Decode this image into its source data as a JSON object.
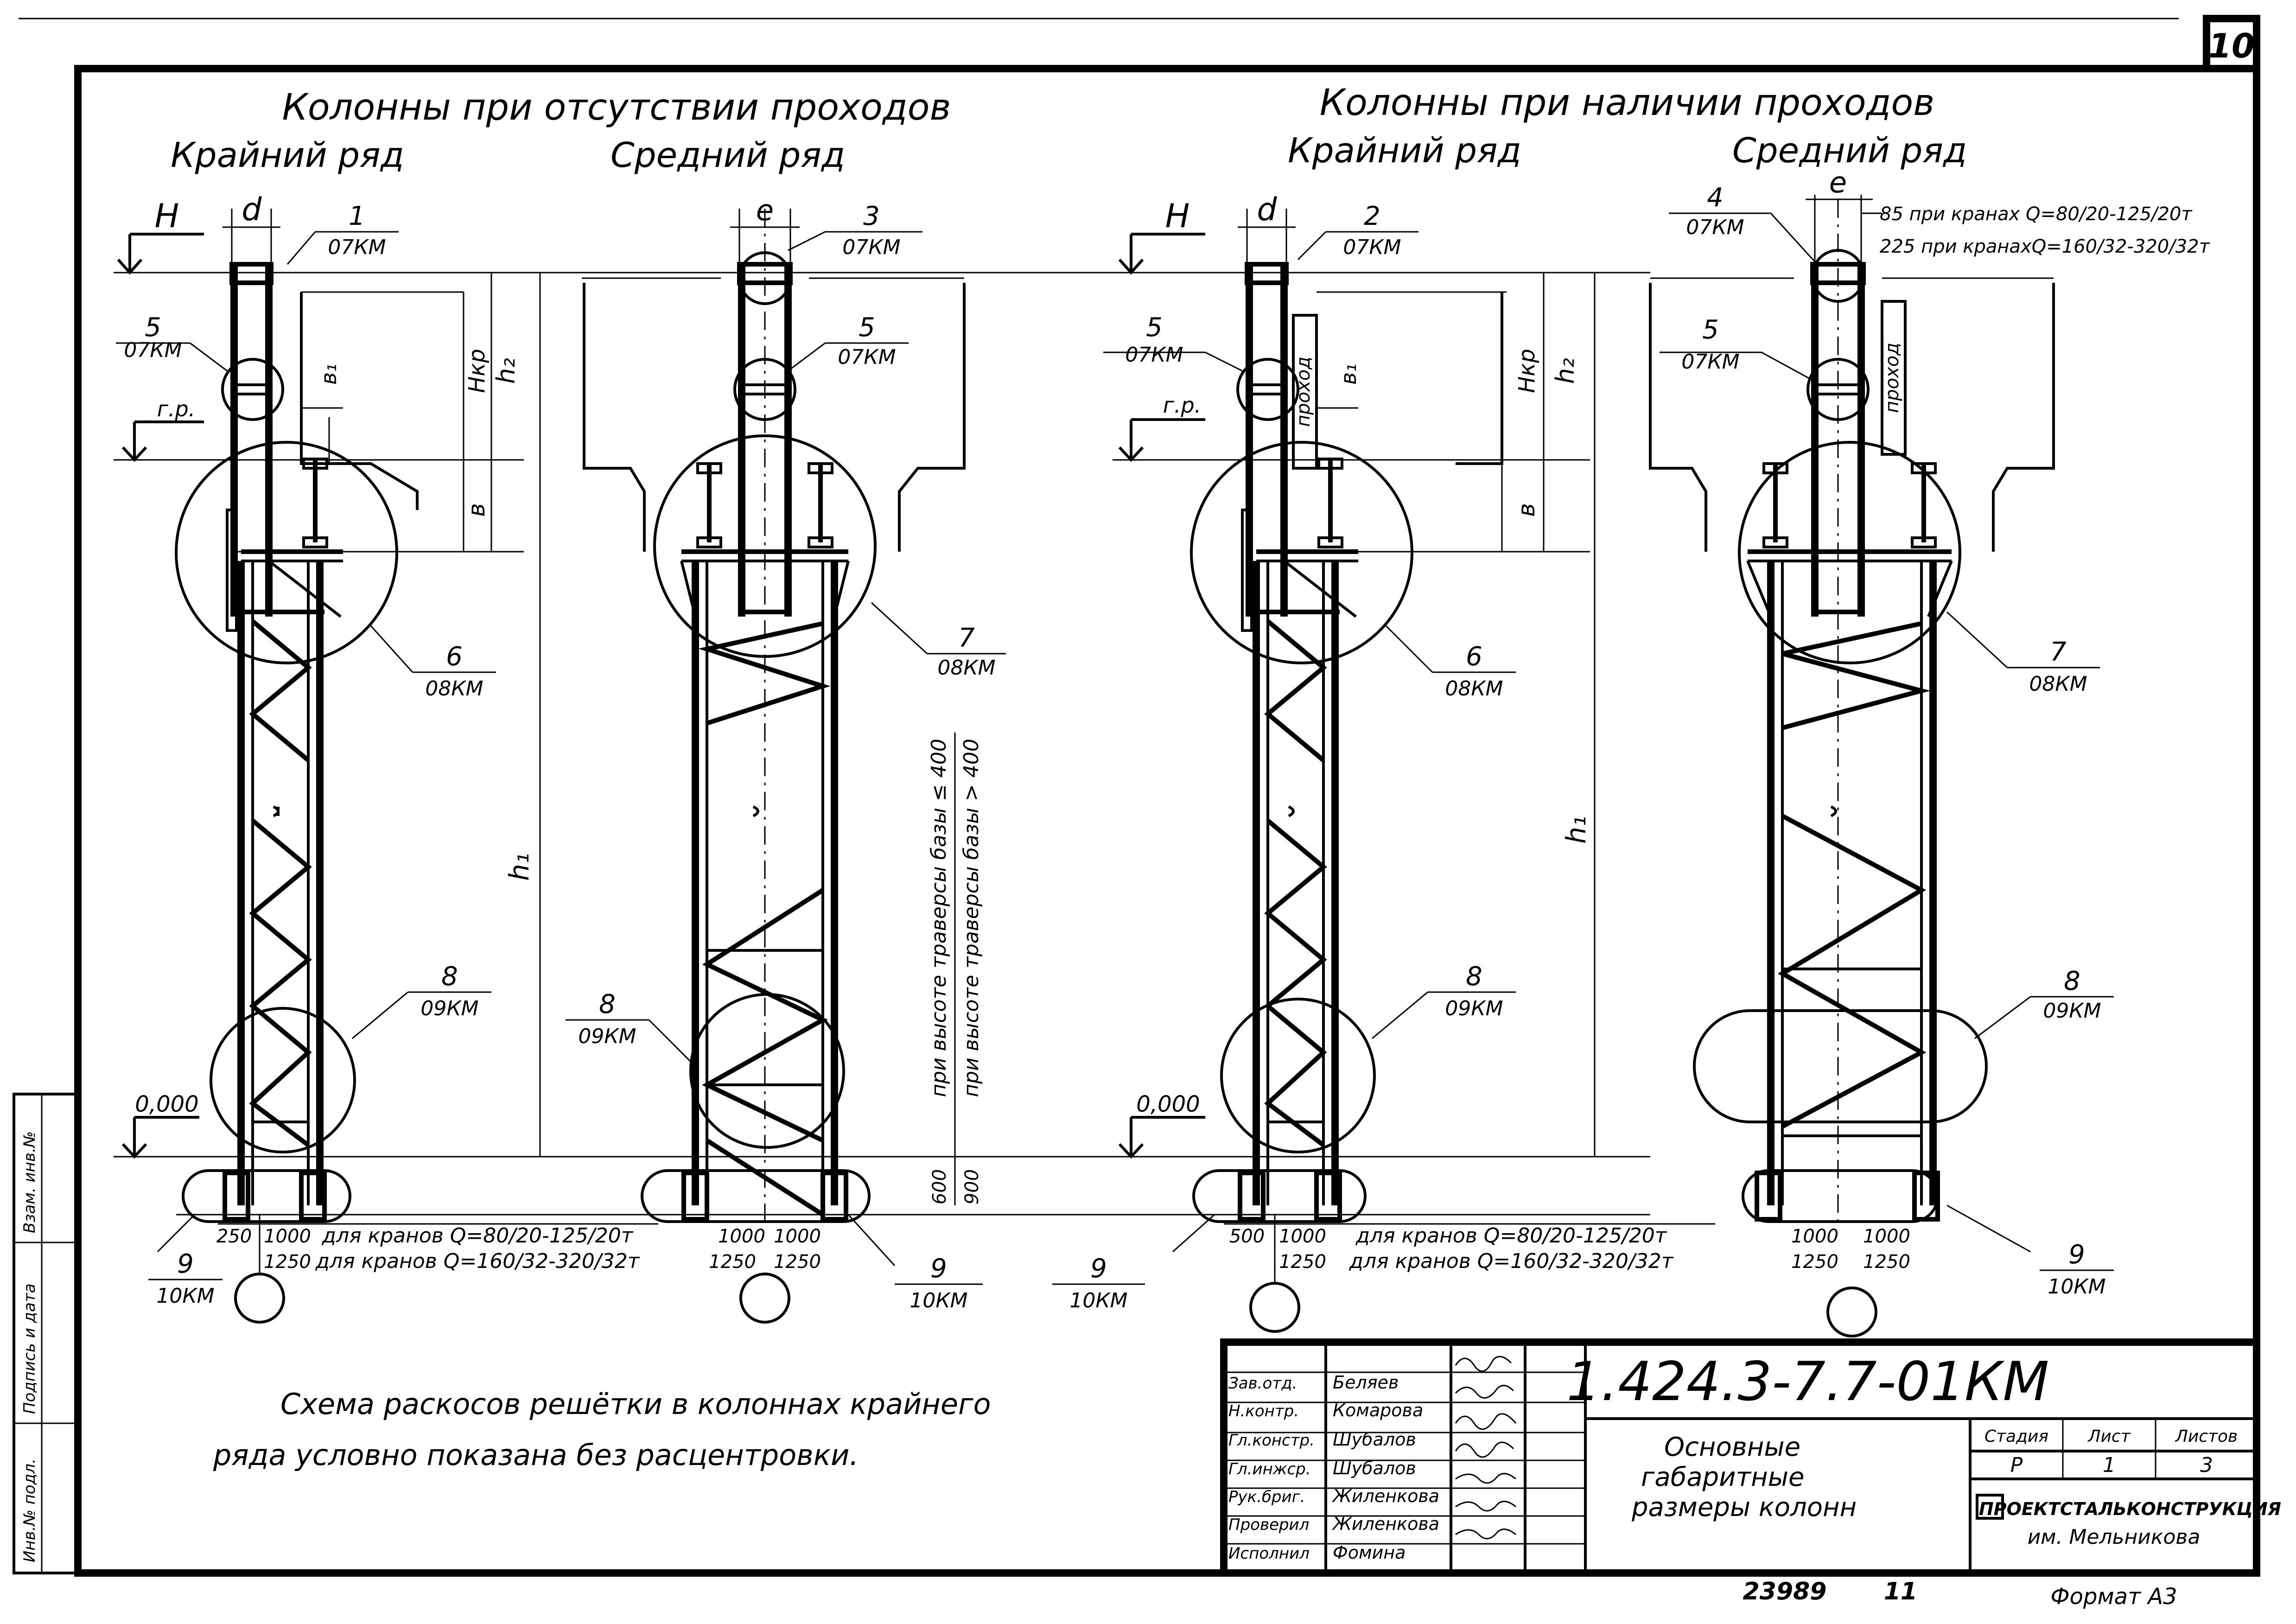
{
  "sheet_number": "10",
  "section_no_passage": {
    "title": "Колонны при отсутствии проходов",
    "outer_row": "Крайний ряд",
    "middle_row": "Средний ряд"
  },
  "section_with_passage": {
    "title": "Колонны при наличии проходов",
    "outer_row": "Крайний ряд",
    "middle_row": "Средний ряд"
  },
  "dimension_labels": {
    "H": "H",
    "d": "d",
    "e": "e",
    "b1": "в₁",
    "b": "в",
    "hkr": "Нкр",
    "h1": "h₁",
    "h2": "h₂",
    "rail": "г.р.",
    "zero": "0,000",
    "passage": "проход"
  },
  "callouts": [
    {
      "num": "1",
      "sheet": "07КМ"
    },
    {
      "num": "3",
      "sheet": "07КМ"
    },
    {
      "num": "2",
      "sheet": "07КМ"
    },
    {
      "num": "4",
      "sheet": "07КМ"
    },
    {
      "num": "5",
      "sheet": "07КМ"
    },
    {
      "num": "5",
      "sheet": "07КМ"
    },
    {
      "num": "5",
      "sheet": "07КМ"
    },
    {
      "num": "5",
      "sheet": "07КМ"
    },
    {
      "num": "6",
      "sheet": "08КМ"
    },
    {
      "num": "7",
      "sheet": "08КМ"
    },
    {
      "num": "6",
      "sheet": "08КМ"
    },
    {
      "num": "7",
      "sheet": "08КМ"
    },
    {
      "num": "8",
      "sheet": "09КМ"
    },
    {
      "num": "8",
      "sheet": "09КМ"
    },
    {
      "num": "8",
      "sheet": "09КМ"
    },
    {
      "num": "8",
      "sheet": "09КМ"
    },
    {
      "num": "9",
      "sheet": "10КМ"
    },
    {
      "num": "9",
      "sheet": "10КМ"
    },
    {
      "num": "9",
      "sheet": "10КМ"
    },
    {
      "num": "9",
      "sheet": "10КМ"
    }
  ],
  "crane_notes": {
    "offset_85": "85 при кранах Q=80/20-125/20т",
    "offset_225": "225 при кранахQ=160/32-320/32т",
    "cranes_small_1": "для кранов Q=80/20-125/20т",
    "cranes_large_1": "для кранов Q=160/32-320/32т",
    "cranes_small_2": "для кранов Q=80/20-125/20т",
    "cranes_large_2": "для кранов Q=160/32-320/32т"
  },
  "base_height_labels": {
    "v600": "600",
    "v900": "900",
    "text_small": "при высоте траверсы базы ≤ 400",
    "text_large": "при высоте траверсы базы > 400"
  },
  "bottom_dims": {
    "d250": "250",
    "d1000a": "1000",
    "d1250a": "1250",
    "d1000b": "1000",
    "d1000c": "1000",
    "d1250b": "1250",
    "d1250c": "1250",
    "d500": "500",
    "d1000d": "1000",
    "d1250d": "1250",
    "d1000e": "1000",
    "d1000f": "1000",
    "d1250e": "1250",
    "d1250f": "1250"
  },
  "note": {
    "line1": "Схема раскосов решётки в колоннах крайнего",
    "line2": "ряда условно показана без расцентровки."
  },
  "title_block": {
    "code": "1.424.3-7.7-01КМ",
    "title_line1": "Основные",
    "title_line2": "габаритные",
    "title_line3": "размеры колонн",
    "stage_h": "Стадия",
    "sheet_h": "Лист",
    "sheets_h": "Листов",
    "stage": "Р",
    "sheet": "1",
    "sheets": "3",
    "org_line1": "ПРОЕКТСТАЛЬКОНСТРУКЦИЯ",
    "org_line2": "им. Мельникова",
    "signatories": [
      {
        "role": "Зав.отд.",
        "name": "Беляев"
      },
      {
        "role": "Н.контр.",
        "name": "Комарова"
      },
      {
        "role": "Гл.констр.",
        "name": "Шубалов"
      },
      {
        "role": "Гл.инжср.",
        "name": "Шубалов"
      },
      {
        "role": "Рук.бриг.",
        "name": "Жиленкова"
      },
      {
        "role": "Проверил",
        "name": "Жиленкова"
      },
      {
        "role": "Исполнил",
        "name": "Фомина"
      }
    ]
  },
  "side_stamp": {
    "inv_podl": "Инв.№ подл.",
    "podpis": "Подпись и дата",
    "vzam": "Взам. инв.№"
  },
  "footer": {
    "archive_no": "23989",
    "page": "11",
    "format": "Формат А3"
  }
}
